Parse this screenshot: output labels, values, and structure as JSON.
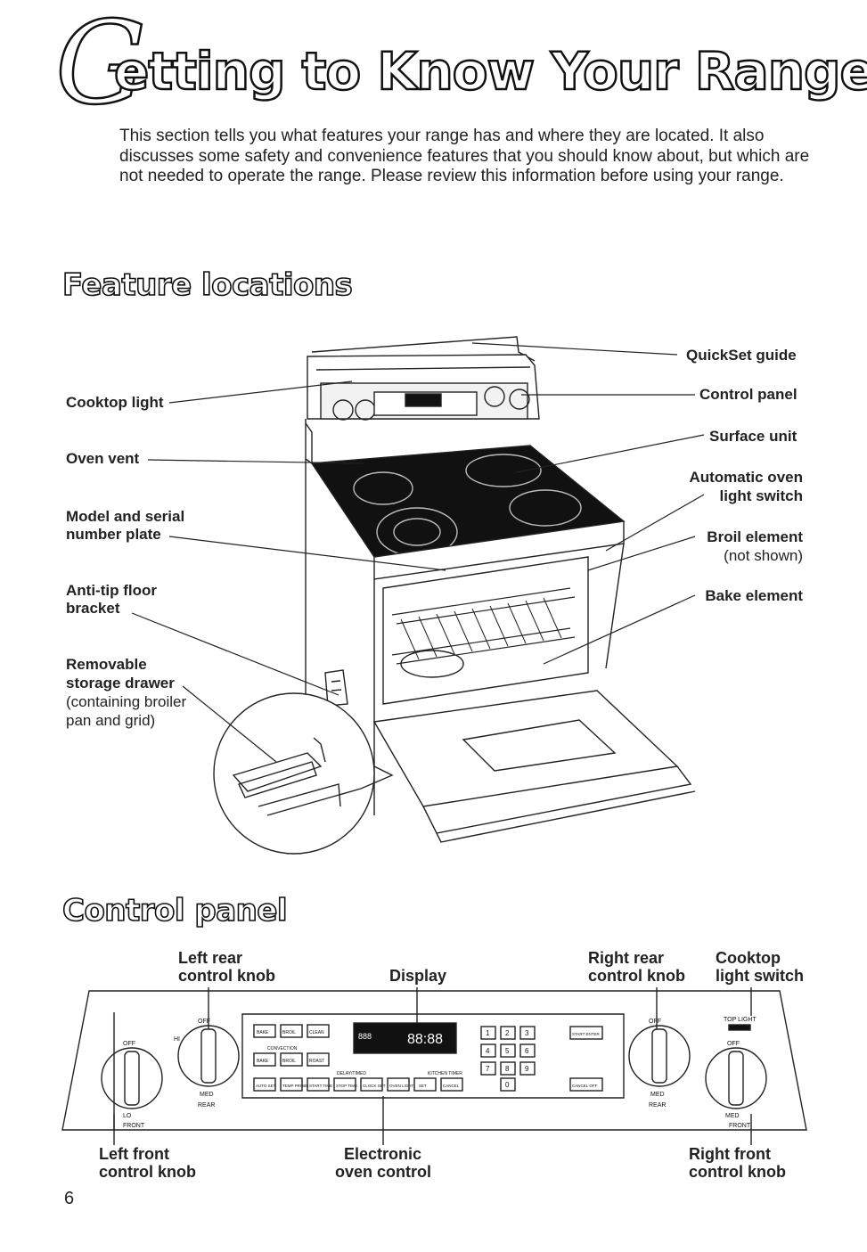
{
  "page": {
    "title_initial": "G",
    "title_rest": "etting to Know Your Range",
    "intro": "This section tells you what features your range has and where they are located. It also discusses some safety and convenience features that you should know about, but which are not needed to operate the range. Please review this information before using your range.",
    "page_number": "6"
  },
  "features": {
    "heading": "Feature locations",
    "left_labels": {
      "cooktop_light": "Cooktop light",
      "oven_vent": "Oven vent",
      "model_serial_1": "Model and serial",
      "model_serial_2": "number plate",
      "anti_tip_1": "Anti-tip floor",
      "anti_tip_2": "bracket",
      "drawer_1": "Removable",
      "drawer_2": "storage drawer",
      "drawer_3": "(containing broiler",
      "drawer_4": "pan and grid)"
    },
    "right_labels": {
      "quickset": "QuickSet guide",
      "control_panel": "Control panel",
      "surface_unit": "Surface unit",
      "auto_light_1": "Automatic oven",
      "auto_light_2": "light switch",
      "broil_1": "Broil element",
      "broil_2": "(not shown)",
      "bake": "Bake element"
    }
  },
  "control_panel": {
    "heading": "Control panel",
    "top_labels": {
      "left_rear_1": "Left rear",
      "left_rear_2": "control knob",
      "display": "Display",
      "right_rear_1": "Right rear",
      "right_rear_2": "control knob",
      "cooktop_switch_1": "Cooktop",
      "cooktop_switch_2": "light switch"
    },
    "bottom_labels": {
      "left_front_1": "Left front",
      "left_front_2": "control knob",
      "electronic_1": "Electronic",
      "electronic_2": "oven control",
      "right_front_1": "Right front",
      "right_front_2": "control knob"
    },
    "panel_text": {
      "display_digits": "88:88",
      "display_small": "888",
      "knob_off": "OFF",
      "knob_hi": "HI",
      "knob_med": "MED",
      "knob_lo": "LO",
      "rear": "REAR",
      "front": "FRONT",
      "toplight": "TOP LIGHT",
      "convection": "CONVECTION",
      "delay_timed": "DELAY/TIMED",
      "kitchen_timer": "KITCHEN TIMER",
      "btn_bake": "BAKE",
      "btn_broil": "BROIL",
      "btn_clean": "CLEAN",
      "btn_roast": "ROAST",
      "btn_auto_set": "AUTO SET",
      "btn_temp": "TEMP PROBE",
      "btn_start": "START TIME",
      "btn_stop": "STOP TIME",
      "btn_clock": "CLOCK SET",
      "btn_oven_light": "OVEN LIGHT",
      "btn_set": "SET",
      "btn_cancel": "CANCEL",
      "btn_start_enter": "START ENTER",
      "btn_cancel_off": "CANCEL OFF",
      "keys": [
        "1",
        "2",
        "3",
        "4",
        "5",
        "6",
        "7",
        "8",
        "9",
        "0"
      ]
    }
  },
  "colors": {
    "ink": "#1a1a1a",
    "line": "#222222",
    "glass": "#101010"
  }
}
